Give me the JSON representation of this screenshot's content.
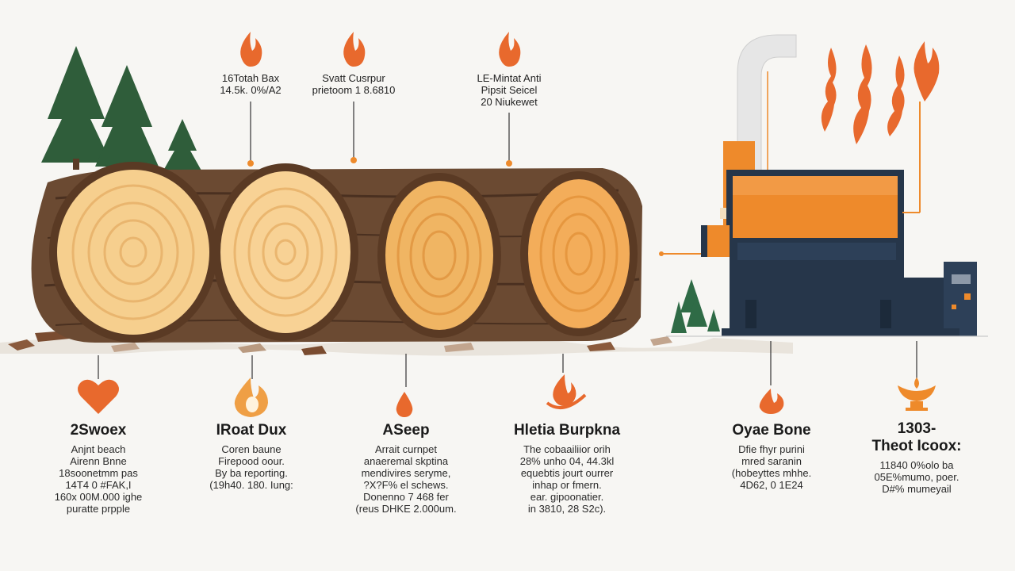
{
  "colors": {
    "background": "#f7f6f3",
    "bark": "#6b4a32",
    "bark_dark": "#4a3020",
    "wood_light": "#f6cf8e",
    "wood_mid": "#f0b563",
    "wood_orange": "#ef9f45",
    "flame": "#e8692d",
    "tree": "#2f5d3a",
    "boiler_orange": "#ee8a2b",
    "boiler_navy": "#26364a",
    "chimney": "#e6e6e6"
  },
  "top_labels": [
    {
      "icon": "flame-icon",
      "line1": "16Totah Bax",
      "line2": "14.5k. 0%/A2",
      "line3": ""
    },
    {
      "icon": "flame-icon",
      "line1": "Svatt Cusrpur",
      "line2": "prietoom 1 8.6810",
      "line3": ""
    },
    {
      "icon": "flame-icon",
      "line1": "LE-Mintat Anti",
      "line2": "Pipsit Seicel",
      "line3": "20 Niukewet"
    }
  ],
  "bottom_items": [
    {
      "icon": "heart-icon",
      "title": "2Swoex",
      "lines": [
        "Anjnt beach",
        "Airenn Bnne",
        "18soonetmm pas",
        "14T4 0 #FAK,I",
        "160x 00M.000 ighe",
        "puratte prpple"
      ]
    },
    {
      "icon": "flame-droplet-icon",
      "title": "IRoat Dux",
      "lines": [
        "Coren baune",
        "Firepood oour.",
        "By ba reporting.",
        "(19h40. 180. Iung:"
      ]
    },
    {
      "icon": "droplet-icon",
      "title": "ASeep",
      "lines": [
        "Arrait curnpet",
        "anaeremal skptina",
        "mendivires seryme,",
        "?X?F% el schews.",
        "Donenno 7 468 fer",
        "(reus DHKE 2.000um."
      ]
    },
    {
      "icon": "flame-swirl-icon",
      "title": "Hletia Burpkna",
      "lines": [
        "The cobaailiior orih",
        "28% unho 04, 44.3kl",
        "equebtis jourt ourrer",
        "inhap or fmern.",
        "ear. gipoonatier.",
        "in 3810, 28 S2c)."
      ]
    },
    {
      "icon": "flame-icon",
      "title": "Oyae Bone",
      "lines": [
        "Dfie fhyr purini",
        "mred saranin",
        "(hobeyttes mhhe.",
        "4D62, 0 1E24"
      ]
    },
    {
      "icon": "lamp-icon",
      "title": "1303-\nTheot Icoox:",
      "lines": [
        "11840 0%olo ba",
        "05E%mumo, poer.",
        "D#% mumeyail"
      ]
    }
  ]
}
